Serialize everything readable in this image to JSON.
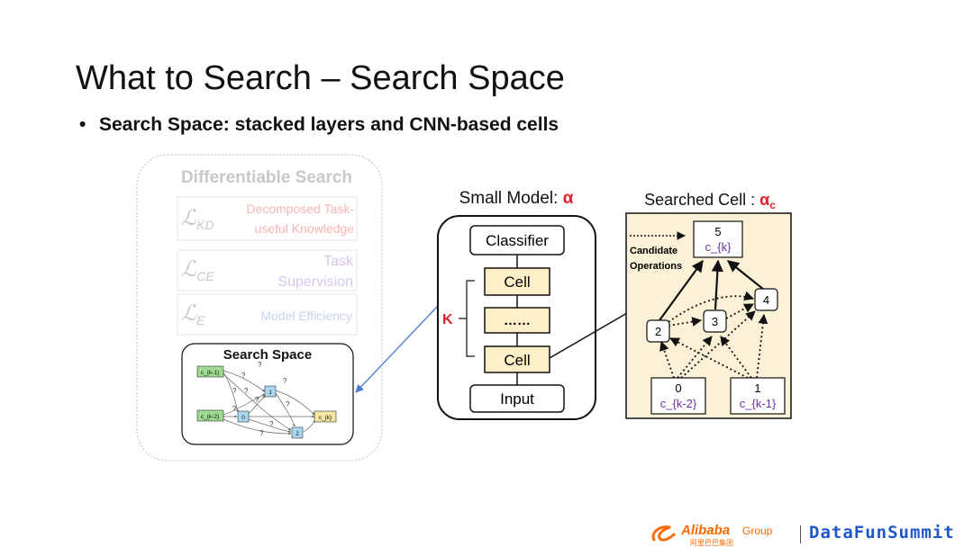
{
  "slide": {
    "title": "What to Search – Search Space",
    "bullet": "Search Space: stacked layers and CNN-based cells"
  },
  "left_panel": {
    "title": "Differentiable Search",
    "losses": [
      {
        "symbol_main": "ℒ",
        "symbol_sub": "KD",
        "label_line1": "Decomposed Task-",
        "label_line2": "useful Knowledge"
      },
      {
        "symbol_main": "ℒ",
        "symbol_sub": "CE",
        "label_line1": "Task",
        "label_line2": "Supervision"
      },
      {
        "symbol_main": "ℒ",
        "symbol_sub": "E",
        "label_line1": "Model Efficiency",
        "label_line2": ""
      }
    ],
    "search_space": {
      "title": "Search Space",
      "nodes": [
        "c_{k-1}",
        "c_{k-2}",
        "0",
        "1",
        "2",
        "c_{k}"
      ],
      "edge_label": "?"
    }
  },
  "small_model": {
    "title_prefix": "Small Model: ",
    "title_symbol": "α",
    "blocks": [
      "Classifier",
      "Cell",
      "……",
      "Cell",
      "Input"
    ],
    "repeat_label": "K"
  },
  "searched_cell": {
    "title_prefix": "Searched Cell : ",
    "title_symbol": "α",
    "title_subscript": "c",
    "legend_line1": "Candidate",
    "legend_line2": "Operations",
    "nodes": {
      "n5": {
        "id": "5",
        "label": "c_{k}"
      },
      "n4": {
        "id": "4"
      },
      "n3": {
        "id": "3"
      },
      "n2": {
        "id": "2"
      },
      "n0": {
        "id": "0",
        "label": "c_{k-2}"
      },
      "n1": {
        "id": "1",
        "label": "c_{k-1}"
      }
    }
  },
  "footer": {
    "company": "Alibaba",
    "company_suffix": "Group",
    "company_cn": "阿里巴巴集团",
    "brand": "DataFunSummit"
  },
  "colors": {
    "accent_red": "#e0202a",
    "purple": "#6b2fa3",
    "cell_fill": "#fdf0c8",
    "cell_panel": "#fbf1d6",
    "blue_link": "#4a7bd0",
    "green_node": "#9fdc92",
    "blue_node": "#a9d8ee",
    "yellow_node": "#f5e6a3"
  }
}
